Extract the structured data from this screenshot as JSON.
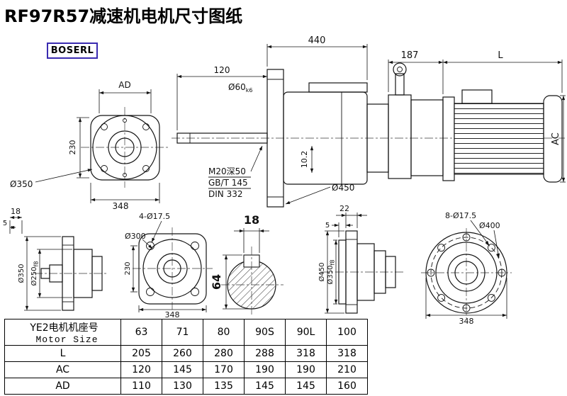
{
  "page": {
    "title": "RF97R57减速机电机尺寸图纸",
    "brand": "BOSERL"
  },
  "front_view": {
    "ad": "AD",
    "h230": "230",
    "d350": "Ø350",
    "w348": "348"
  },
  "main_view": {
    "w440": "440",
    "shaft_len": "120",
    "shaft_d": "Ø60",
    "shaft_tol": "k6",
    "adapter_len": "187",
    "motor_len": "L",
    "motor_h": "AC",
    "tap_callout": "M20深50",
    "std_gb": "GB/T 145",
    "std_din": "DIN 332",
    "flange_d": "Ø450",
    "key_h": "10.2"
  },
  "output_flange_view": {
    "t18": "18",
    "t5": "5",
    "d350": "Ø350",
    "d250": "Ø250",
    "d250_tol": "f8"
  },
  "square_flange_view": {
    "holes": "4-Ø17.5",
    "d300": "Ø300",
    "h230": "230",
    "w348": "348"
  },
  "shaft_section_view": {
    "key_w": "18",
    "key_h": "64"
  },
  "motor_flange_view": {
    "t22": "22",
    "t5": "5",
    "d450": "Ø450",
    "d350": "Ø350",
    "d350_tol": "f8"
  },
  "bolt_circle_view": {
    "holes": "8-Ø17.5",
    "d400": "Ø400",
    "w348": "348"
  },
  "table": {
    "header_cn": "YE2电机机座号",
    "header_en": "Motor Size",
    "sizes": [
      "63",
      "71",
      "80",
      "90S",
      "90L",
      "100"
    ],
    "rows": [
      {
        "label": "L",
        "values": [
          "205",
          "260",
          "280",
          "288",
          "318",
          "318"
        ]
      },
      {
        "label": "AC",
        "values": [
          "120",
          "145",
          "170",
          "190",
          "190",
          "210"
        ]
      },
      {
        "label": "AD",
        "values": [
          "110",
          "130",
          "135",
          "145",
          "145",
          "160"
        ]
      }
    ]
  }
}
